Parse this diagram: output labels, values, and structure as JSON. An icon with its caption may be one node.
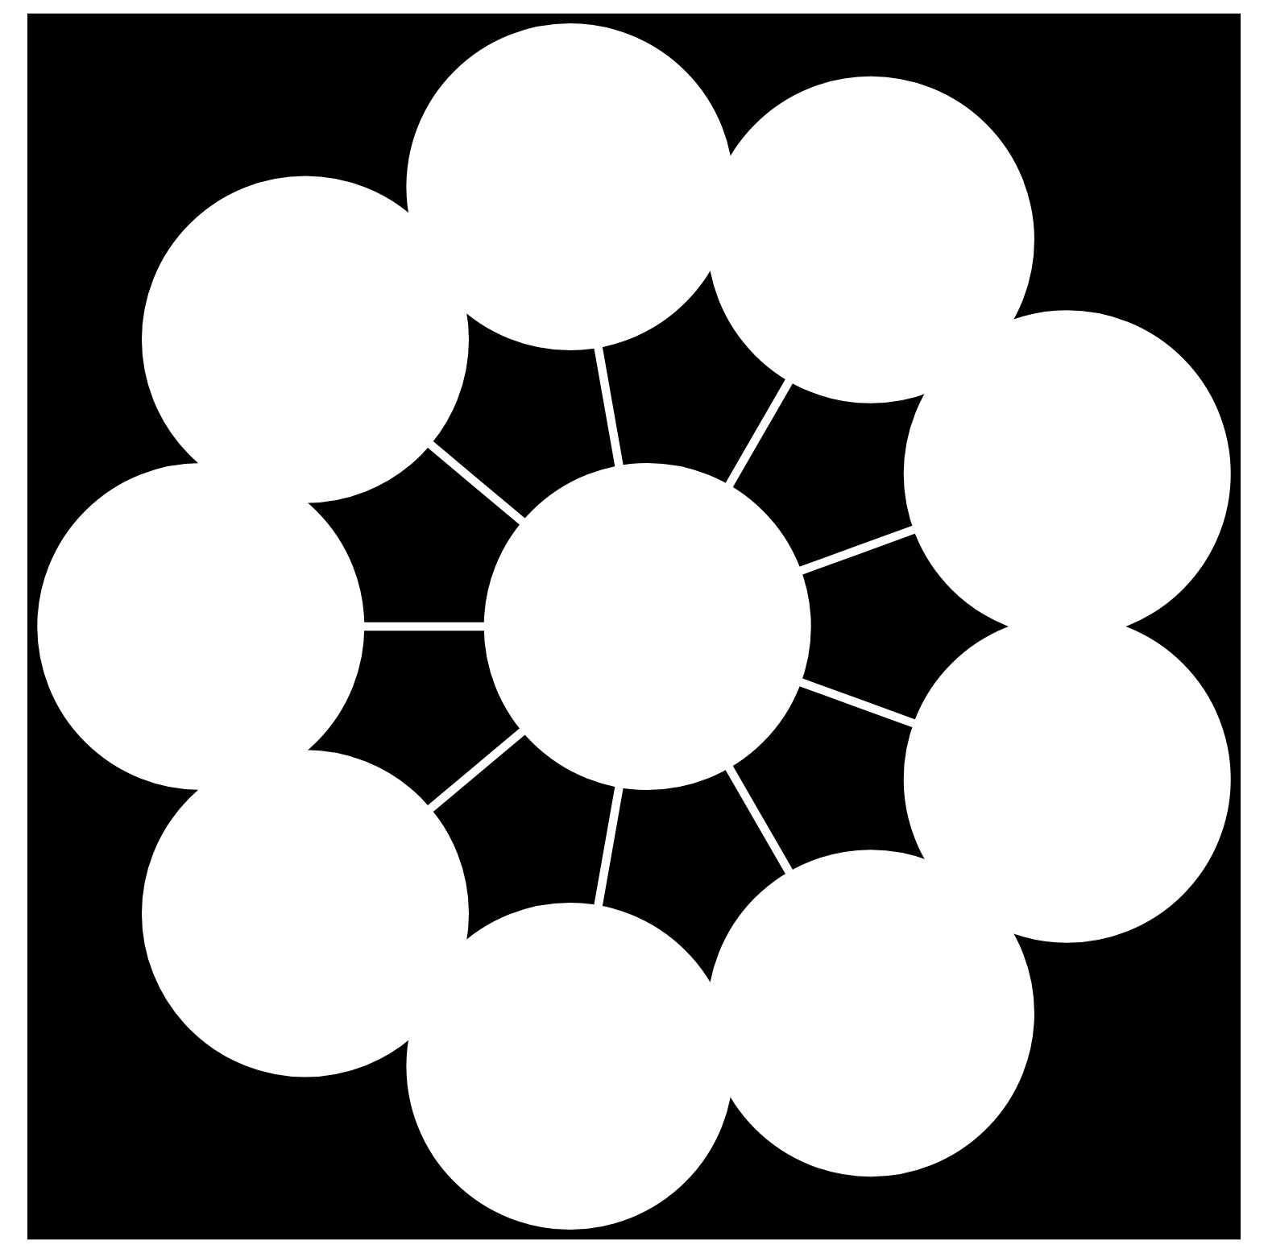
{
  "diagram": {
    "nodes": [
      {
        "text": [],
        "shape": "circle"
      },
      {
        "text": [],
        "shape": "circle"
      },
      {
        "text": [],
        "shape": "circle"
      },
      {
        "text": [],
        "shape": "circle"
      },
      {
        "text": [],
        "shape": "circle"
      },
      {
        "text": [],
        "shape": "circle"
      },
      {
        "text": [],
        "shape": "circle"
      },
      {
        "text": [],
        "shape": "circle"
      },
      {
        "text": [],
        "shape": "circle"
      },
      {
        "text": [],
        "shape": "circle"
      }
    ],
    "edges": [
      {
        "from": 5,
        "to": 0,
        "arrow": "none"
      },
      {
        "from": 5,
        "to": 1,
        "arrow": "none"
      },
      {
        "from": 5,
        "to": 2,
        "arrow": "none"
      },
      {
        "from": 5,
        "to": 3,
        "arrow": "none"
      },
      {
        "from": 5,
        "to": 4,
        "arrow": "none"
      },
      {
        "from": 5,
        "to": 6,
        "arrow": "none"
      },
      {
        "from": 5,
        "to": 7,
        "arrow": "none"
      },
      {
        "from": 5,
        "to": 8,
        "arrow": "none"
      },
      {
        "from": 5,
        "to": 9,
        "arrow": "none"
      }
    ]
  }
}
